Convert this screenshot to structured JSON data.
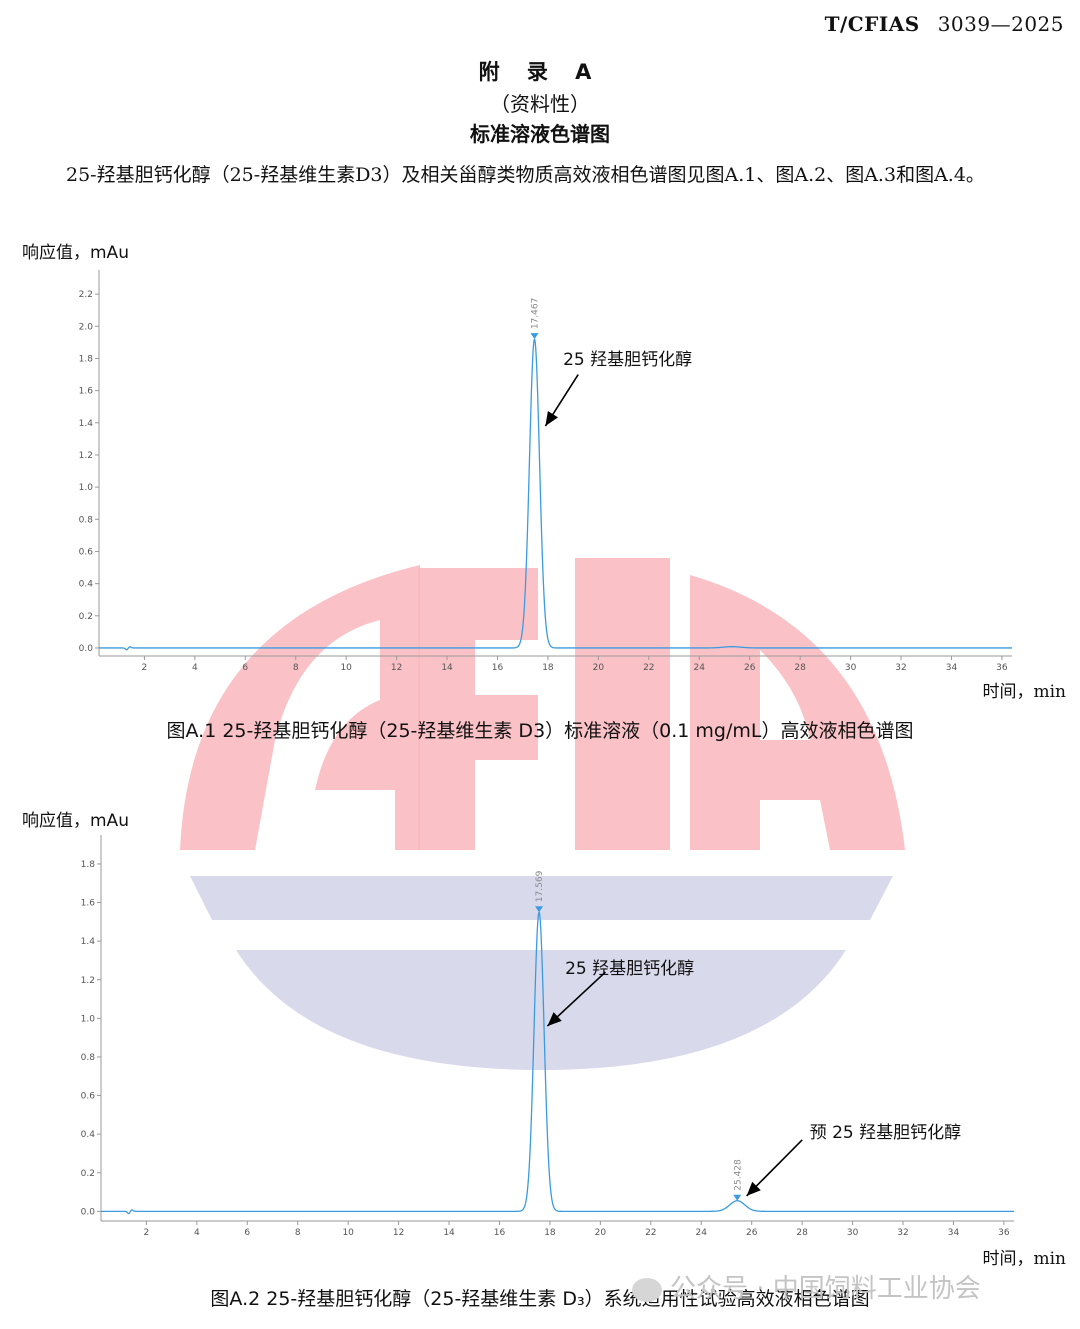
{
  "header": {
    "org": "T/CFIAS",
    "number": "3039—2025"
  },
  "appendix": {
    "title": "附 录 A",
    "subtitle": "（资料性）",
    "name": "标准溶液色谱图"
  },
  "body_text": "25-羟基胆钙化醇（25-羟基维生素D3）及相关甾醇类物质高效液相色谱图见图A.1、图A.2、图A.3和图A.4。",
  "watermark": {
    "text": "CFIA",
    "color_red": "#f9b7bc",
    "color_blue": "#d4d6ea"
  },
  "wechat": {
    "text": "公众号 · 中国饲料工业协会"
  },
  "colors": {
    "trace": "#3b9be0",
    "peak_label": "#8a8a8a",
    "axis": "#9a9a9a"
  },
  "chart_data": [
    {
      "type": "line",
      "ylabel": "响应值，mAu",
      "xlabel": "时间，min",
      "y_multiplier": "x10",
      "y_multiplier_exp": "3",
      "xlim": [
        0.2,
        36.4
      ],
      "ylim": [
        -0.05,
        2.35
      ],
      "x_ticks": [
        2,
        4,
        6,
        8,
        10,
        12,
        14,
        16,
        18,
        20,
        22,
        24,
        26,
        28,
        30,
        32,
        34,
        36
      ],
      "y_ticks": [
        0.0,
        0.2,
        0.4,
        0.6,
        0.8,
        1.0,
        1.2,
        1.4,
        1.6,
        1.8,
        2.0,
        2.2
      ],
      "peaks": [
        {
          "rt": 17.467,
          "label": "17.467",
          "height": 1.92,
          "width": 0.2
        },
        {
          "rt": 25.3,
          "label": "",
          "height": 0.008,
          "width": 0.35
        }
      ],
      "baseline_dip_x": 1.3,
      "annotations": [
        {
          "text": "25 羟基胆钙化醇",
          "text_x": 18.6,
          "text_y": 1.76,
          "arrow_from": [
            19.2,
            1.7
          ],
          "arrow_to": [
            17.9,
            1.38
          ]
        }
      ],
      "caption": "图A.1 25-羟基胆钙化醇（25-羟基维生素 D3）标准溶液（0.1 mg/mL）高效液相色谱图"
    },
    {
      "type": "line",
      "ylabel": "响应值，mAu",
      "xlabel": "时间，min",
      "y_multiplier": "x10",
      "y_multiplier_exp": "3",
      "xlim": [
        0.2,
        36.4
      ],
      "ylim": [
        -0.05,
        1.95
      ],
      "x_ticks": [
        2,
        4,
        6,
        8,
        10,
        12,
        14,
        16,
        18,
        20,
        22,
        24,
        26,
        28,
        30,
        32,
        34,
        36
      ],
      "y_ticks": [
        0.0,
        0.2,
        0.4,
        0.6,
        0.8,
        1.0,
        1.2,
        1.4,
        1.6,
        1.8
      ],
      "peaks": [
        {
          "rt": 17.569,
          "label": "17.569",
          "height": 1.55,
          "width": 0.2
        },
        {
          "rt": 25.428,
          "label": "25.428",
          "height": 0.055,
          "width": 0.3
        }
      ],
      "baseline_dip_x": 1.3,
      "annotations": [
        {
          "text": "25 羟基胆钙化醇",
          "text_x": 18.6,
          "text_y": 1.23,
          "arrow_from": [
            20.2,
            1.24
          ],
          "arrow_to": [
            17.9,
            0.96
          ]
        },
        {
          "text": "预 25 羟基胆钙化醇",
          "text_x": 28.3,
          "text_y": 0.38,
          "arrow_from": [
            28.0,
            0.37
          ],
          "arrow_to": [
            25.8,
            0.08
          ]
        }
      ],
      "caption": "图A.2 25-羟基胆钙化醇（25-羟基维生素 D₃）系统适用性试验高效液相色谱图"
    }
  ]
}
